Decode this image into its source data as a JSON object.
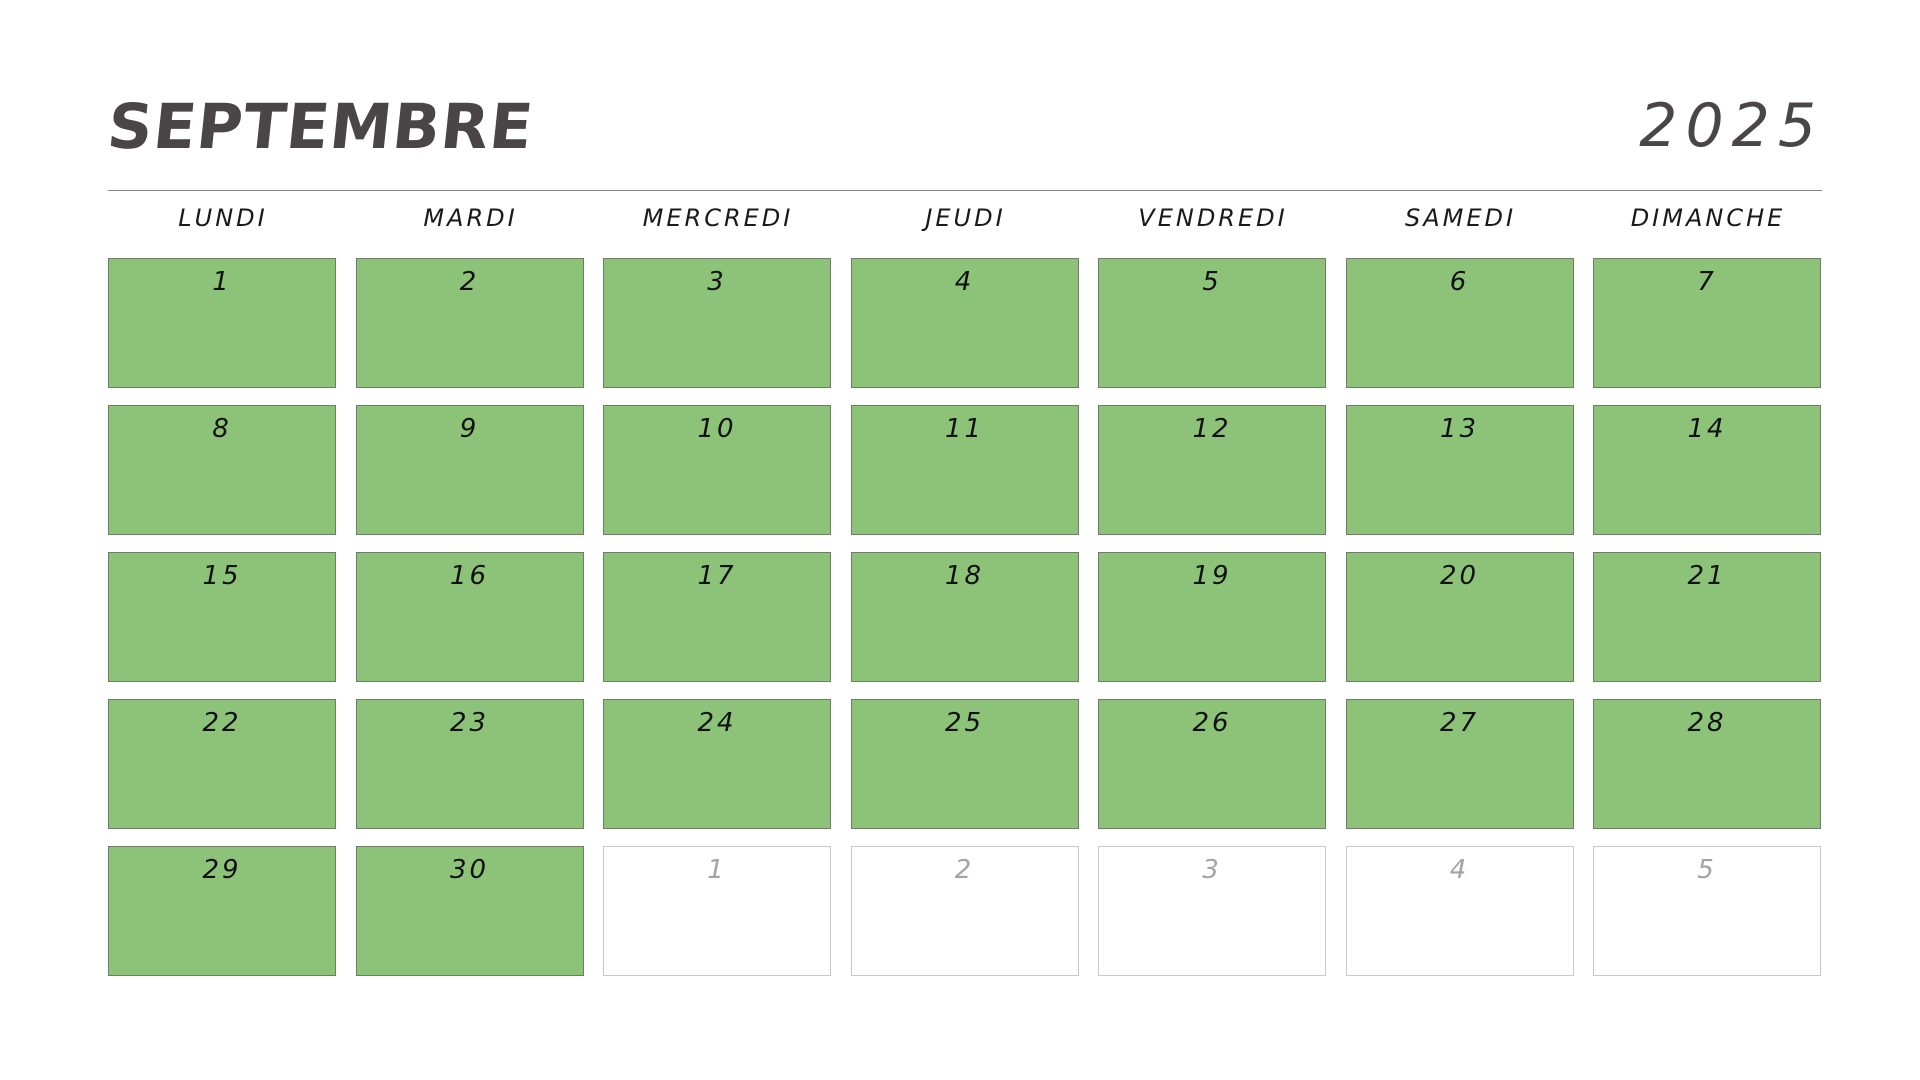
{
  "header": {
    "month": "SEPTEMBRE",
    "year": "2025"
  },
  "weekdays": [
    "LUNDI",
    "MARDI",
    "MERCREDI",
    "JEUDI",
    "VENDREDI",
    "SAMEDI",
    "DIMANCHE"
  ],
  "colors": {
    "day_fill": "#8dc378",
    "day_border": "#6e7d66",
    "muted_fill": "#ffffff",
    "muted_border": "#c9c9c9",
    "muted_text": "#a8a0a3",
    "title_text": "#4a4547"
  },
  "weeks": [
    [
      {
        "day": "1",
        "current_month": true
      },
      {
        "day": "2",
        "current_month": true
      },
      {
        "day": "3",
        "current_month": true
      },
      {
        "day": "4",
        "current_month": true
      },
      {
        "day": "5",
        "current_month": true
      },
      {
        "day": "6",
        "current_month": true
      },
      {
        "day": "7",
        "current_month": true
      }
    ],
    [
      {
        "day": "8",
        "current_month": true
      },
      {
        "day": "9",
        "current_month": true
      },
      {
        "day": "10",
        "current_month": true
      },
      {
        "day": "11",
        "current_month": true
      },
      {
        "day": "12",
        "current_month": true
      },
      {
        "day": "13",
        "current_month": true
      },
      {
        "day": "14",
        "current_month": true
      }
    ],
    [
      {
        "day": "15",
        "current_month": true
      },
      {
        "day": "16",
        "current_month": true
      },
      {
        "day": "17",
        "current_month": true
      },
      {
        "day": "18",
        "current_month": true
      },
      {
        "day": "19",
        "current_month": true
      },
      {
        "day": "20",
        "current_month": true
      },
      {
        "day": "21",
        "current_month": true
      }
    ],
    [
      {
        "day": "22",
        "current_month": true
      },
      {
        "day": "23",
        "current_month": true
      },
      {
        "day": "24",
        "current_month": true
      },
      {
        "day": "25",
        "current_month": true
      },
      {
        "day": "26",
        "current_month": true
      },
      {
        "day": "27",
        "current_month": true
      },
      {
        "day": "28",
        "current_month": true
      }
    ],
    [
      {
        "day": "29",
        "current_month": true
      },
      {
        "day": "30",
        "current_month": true
      },
      {
        "day": "1",
        "current_month": false
      },
      {
        "day": "2",
        "current_month": false
      },
      {
        "day": "3",
        "current_month": false
      },
      {
        "day": "4",
        "current_month": false
      },
      {
        "day": "5",
        "current_month": false
      }
    ]
  ]
}
